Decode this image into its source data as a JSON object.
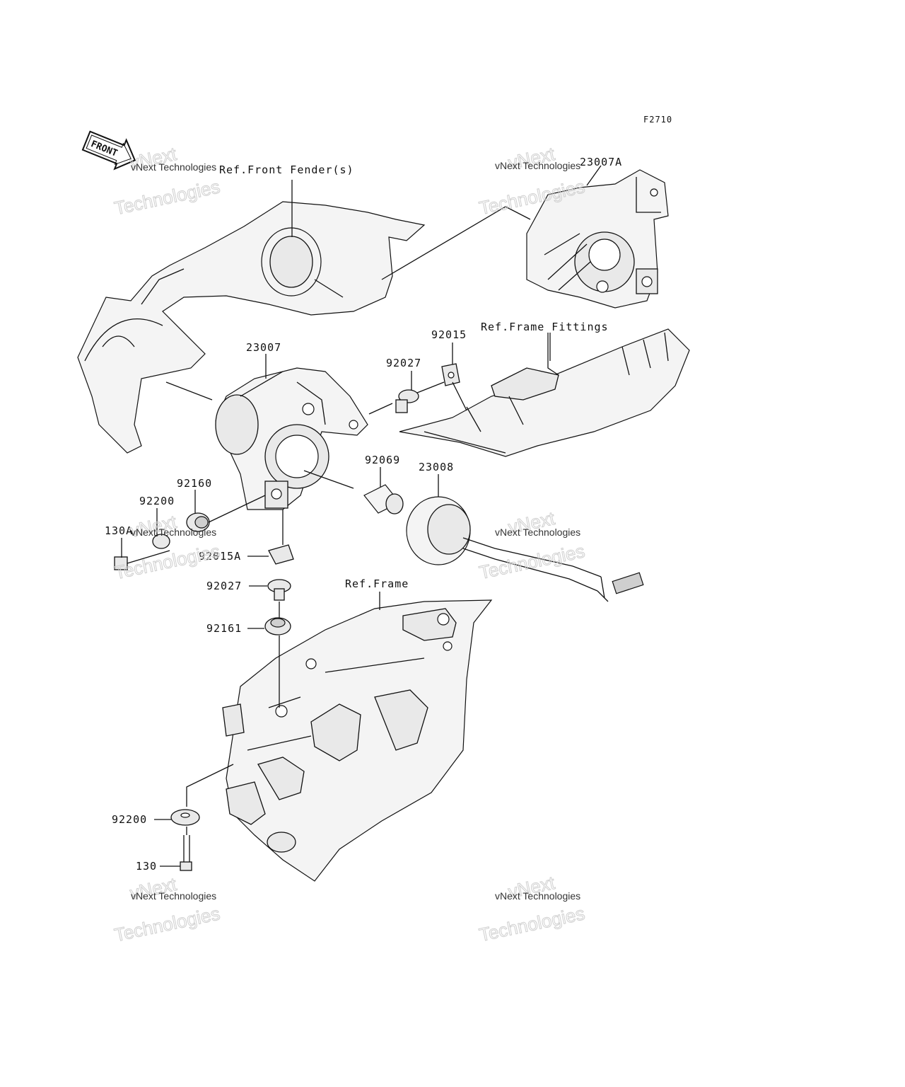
{
  "diagram": {
    "sheet_id": "F2710",
    "front_arrow": "FRONT",
    "watermark": {
      "line1": "vNext Technologies",
      "line2": "Technologies",
      "stamp": "vNext"
    },
    "references": {
      "front_fender": "Ref.Front Fender(s)",
      "frame_fittings": "Ref.Frame Fittings",
      "frame": "Ref.Frame"
    },
    "parts": {
      "p23007A": "23007A",
      "p23007": "23007",
      "p92015": "92015",
      "p92027_top": "92027",
      "p92069": "92069",
      "p23008": "23008",
      "p92160": "92160",
      "p92200_top": "92200",
      "p130A": "130A",
      "p92015A": "92015A",
      "p92027_mid": "92027",
      "p92161": "92161",
      "p92200_bottom": "92200",
      "p130": "130"
    }
  }
}
